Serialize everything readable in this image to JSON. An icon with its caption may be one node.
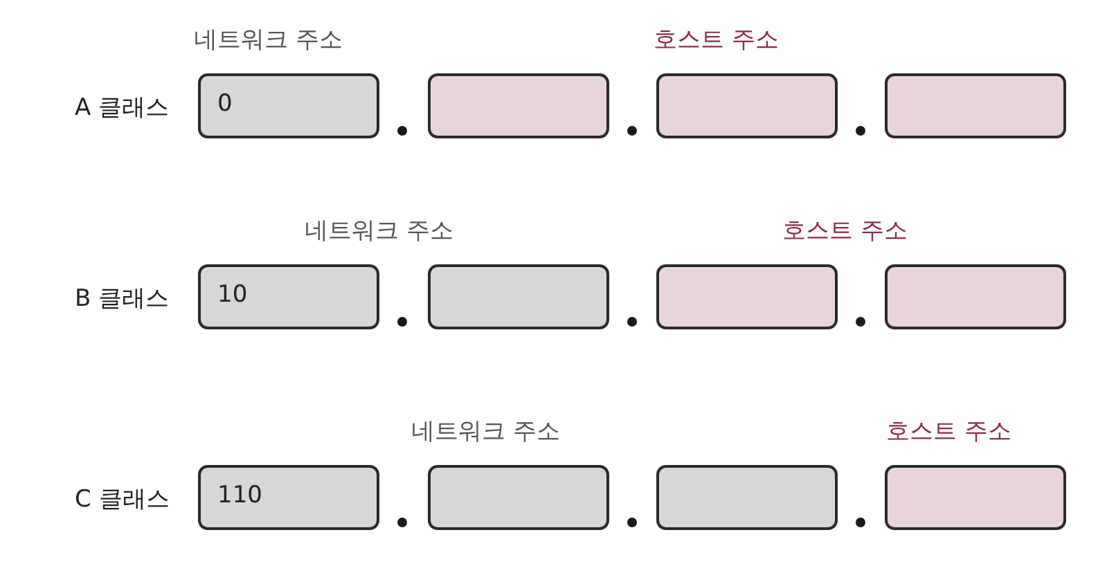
{
  "diagram": {
    "nodes": [
      {
        "text": [
          "0"
        ]
      },
      {
        "text": [],
        "shape": "box"
      },
      {
        "text": [],
        "shape": "box"
      },
      {
        "text": [],
        "shape": "box"
      },
      {
        "text": [
          "10"
        ]
      },
      {
        "text": [],
        "shape": "box"
      },
      {
        "text": [],
        "shape": "box"
      },
      {
        "text": [],
        "shape": "box"
      },
      {
        "text": [
          "110"
        ]
      },
      {
        "text": [],
        "shape": "box"
      },
      {
        "text": [],
        "shape": "box"
      },
      {
        "text": [],
        "shape": "box"
      }
    ],
    "labels": [
      "네트워크 주소",
      "호스트 주소",
      "A 클래스",
      "네트워크 주소",
      "호스트 주소",
      "B 클래스",
      "네트워크 주소",
      "호스트 주소",
      "C 클래스"
    ]
  }
}
